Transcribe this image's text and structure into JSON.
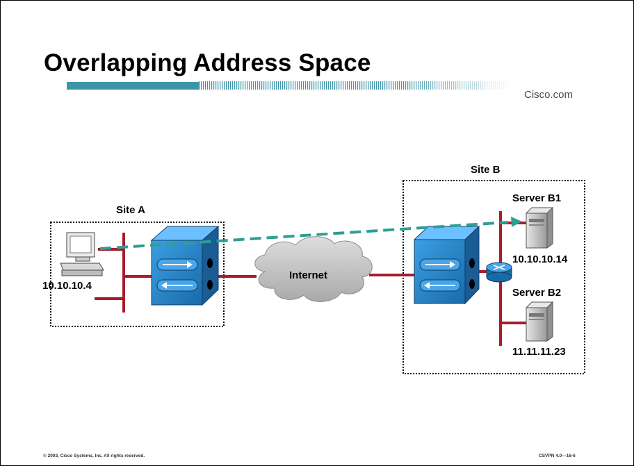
{
  "slide": {
    "title": "Overlapping Address Space",
    "brand": "Cisco.com",
    "footer_left": "© 2003, Cisco Systems, Inc. All rights reserved.",
    "footer_right": "CSVPN 4.0—16-6"
  },
  "diagram": {
    "site_a": {
      "label": "Site A",
      "host_ip": "10.10.10.4"
    },
    "internet_label": "Internet",
    "site_b": {
      "label": "Site B",
      "servers": [
        {
          "name": "Server B1",
          "ip": "10.10.10.14"
        },
        {
          "name": "Server B2",
          "ip": "11.11.11.23"
        }
      ]
    }
  },
  "colors": {
    "link": "#a81c2c",
    "concentrator": "#2b86c9",
    "flow_arrow": "#2f9e93",
    "cloud": "#c8c8c8",
    "server": "#c4c4c4"
  }
}
